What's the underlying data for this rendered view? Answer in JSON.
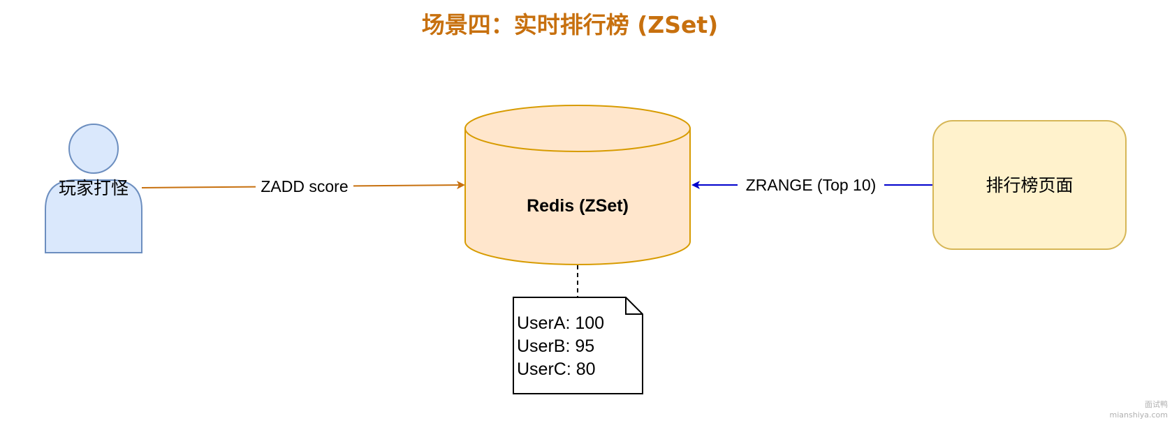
{
  "title": "场景四：实时排行榜 (ZSet)",
  "colors": {
    "title": "#C7700E",
    "player_fill": "#DAE8FC",
    "player_stroke": "#6C8EBF",
    "db_fill": "#FFE6CC",
    "db_stroke": "#D79B00",
    "page_fill": "#FFF2CC",
    "page_stroke": "#D6B656",
    "zadd_edge": "#C7700E",
    "zrange_edge": "#0000CC",
    "note_stroke": "#000000"
  },
  "nodes": {
    "player": {
      "label": "玩家打怪",
      "icon": "person-actor-icon"
    },
    "redis": {
      "label": "Redis (ZSet)",
      "shape": "cylinder"
    },
    "leaderboard_page": {
      "label": "排行榜页面"
    },
    "score_note": {
      "lines": [
        "UserA: 100",
        "UserB: 95",
        "UserC: 80"
      ]
    }
  },
  "edges": {
    "zadd": {
      "label": "ZADD score",
      "from": "player",
      "to": "redis"
    },
    "zrange": {
      "label": "ZRANGE (Top 10)",
      "from": "leaderboard_page",
      "to": "redis"
    },
    "note_link": {
      "from": "redis",
      "to": "score_note",
      "style": "dashed"
    }
  },
  "watermark": {
    "line1": "面试鸭",
    "line2": "mianshiya.com"
  }
}
